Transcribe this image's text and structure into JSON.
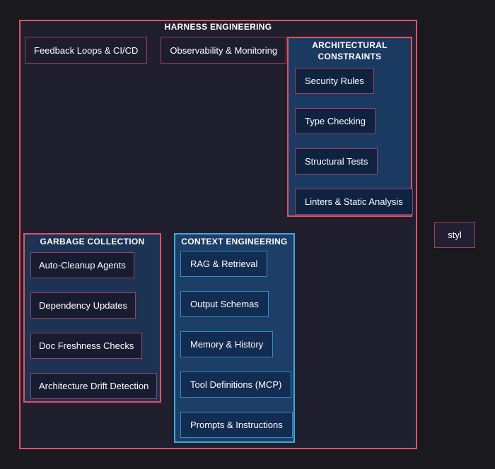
{
  "colors": {
    "page_bg": "#1a191d",
    "main_bg": "#201f2d",
    "rose": "#e05266",
    "rose_inner": "#9c4263",
    "cyan": "#3fa9dd",
    "cyan_inner": "#2e90c8",
    "top_btn_bg": "#1e1d2e",
    "arch_bg": "#1b3a61",
    "arch_btn_bg": "#0f2341",
    "garbage_bg": "#1c3354",
    "garbage_btn_bg": "#181c30",
    "context_bg": "#1d3e66",
    "context_btn_bg": "#132c51",
    "styl_bg": "#221f33",
    "text": "#ffffff"
  },
  "main": {
    "title": "HARNESS ENGINEERING",
    "top_buttons": [
      "Feedback Loops & CI/CD",
      "Observability & Monitoring"
    ]
  },
  "groups": {
    "architectural": {
      "title_line1": "ARCHITECTURAL",
      "title_line2": "CONSTRAINTS",
      "items": [
        "Security Rules",
        "Type Checking",
        "Structural Tests",
        "Linters & Static Analysis"
      ]
    },
    "garbage": {
      "title": "GARBAGE COLLECTION",
      "items": [
        "Auto-Cleanup Agents",
        "Dependency Updates",
        "Doc Freshness Checks",
        "Architecture Drift Detection"
      ]
    },
    "context": {
      "title": "CONTEXT ENGINEERING",
      "items": [
        "RAG & Retrieval",
        "Output Schemas",
        "Memory & History",
        "Tool Definitions (MCP)",
        "Prompts & Instructions"
      ]
    }
  },
  "outside": {
    "truncated_label": "styl"
  }
}
